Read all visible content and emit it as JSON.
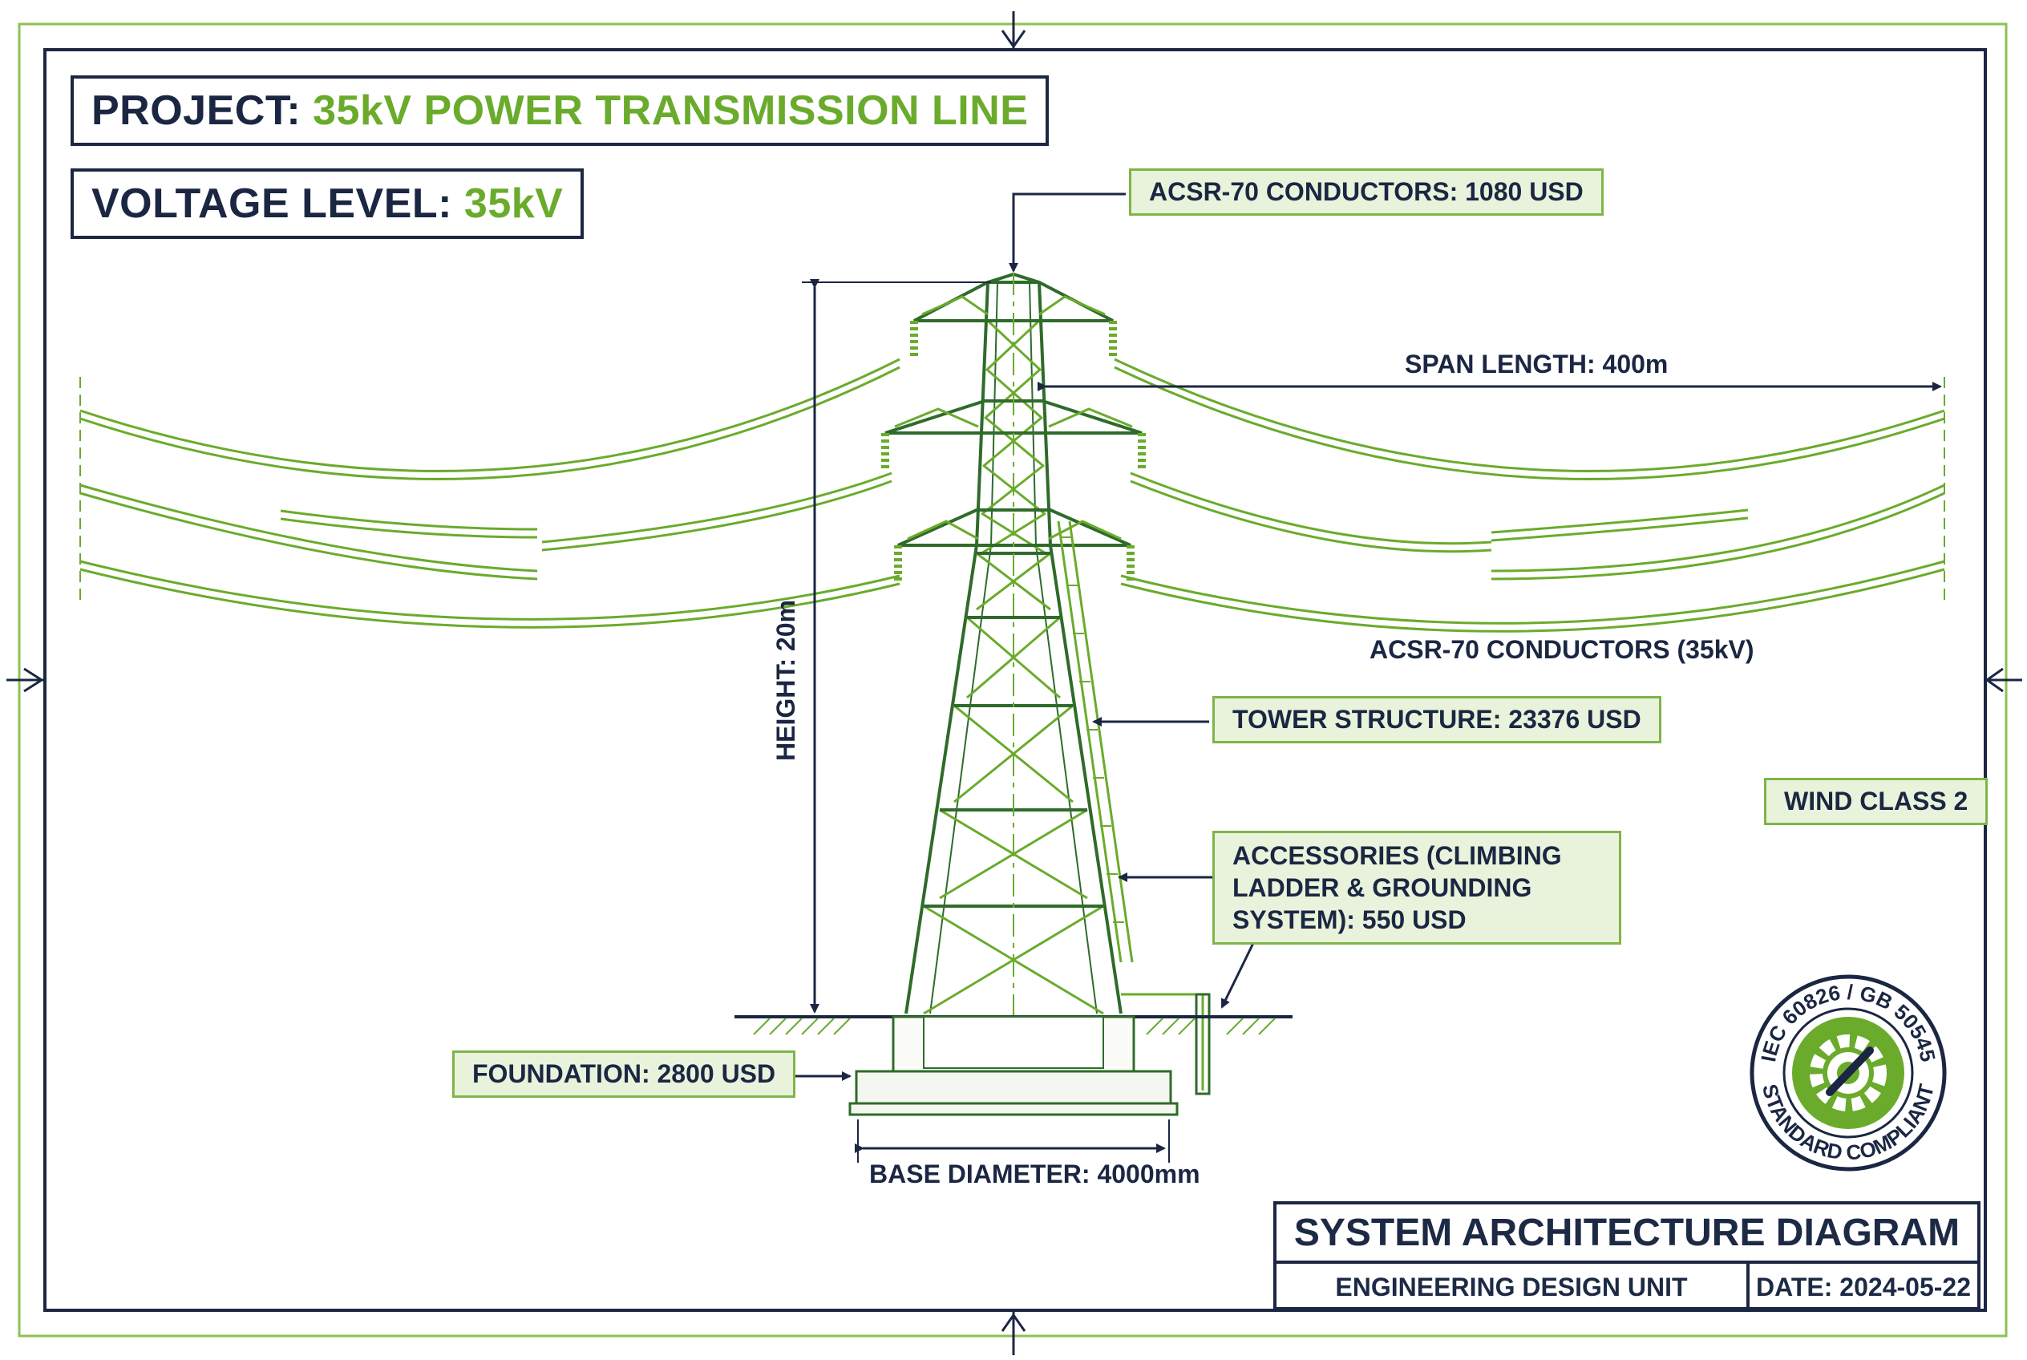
{
  "header": {
    "project_label": "PROJECT:",
    "project_value": "35kV POWER TRANSMISSION LINE",
    "voltage_label": "VOLTAGE LEVEL:",
    "voltage_value": "35kV"
  },
  "callouts": {
    "conductors_cost": "ACSR-70 CONDUCTORS: 1080 USD",
    "span_length": "SPAN LENGTH: 400m",
    "conductors_rating": "ACSR-70 CONDUCTORS (35kV)",
    "tower_structure": "TOWER STRUCTURE: 23376 USD",
    "wind_class": "WIND CLASS 2",
    "accessories": "ACCESSORIES (CLIMBING LADDER & GROUNDING SYSTEM): 550 USD",
    "foundation": "FOUNDATION: 2800 USD",
    "height": "HEIGHT: 20m",
    "base_diameter": "BASE DIAMETER: 4000mm"
  },
  "badge": {
    "ring_top": "IEC 60826 / GB 50545",
    "ring_bottom": "STANDARD COMPLIANT",
    "icon": "gear-wrench-icon"
  },
  "title_block": {
    "title": "SYSTEM ARCHITECTURE DIAGRAM",
    "organization": "ENGINEERING DESIGN UNIT",
    "date": "DATE: 2024-05-22"
  },
  "colors": {
    "navy": "#1b2742",
    "green": "#6aab2c",
    "light_green": "#e9f3dc",
    "structure_green": "#2f6b2a"
  }
}
